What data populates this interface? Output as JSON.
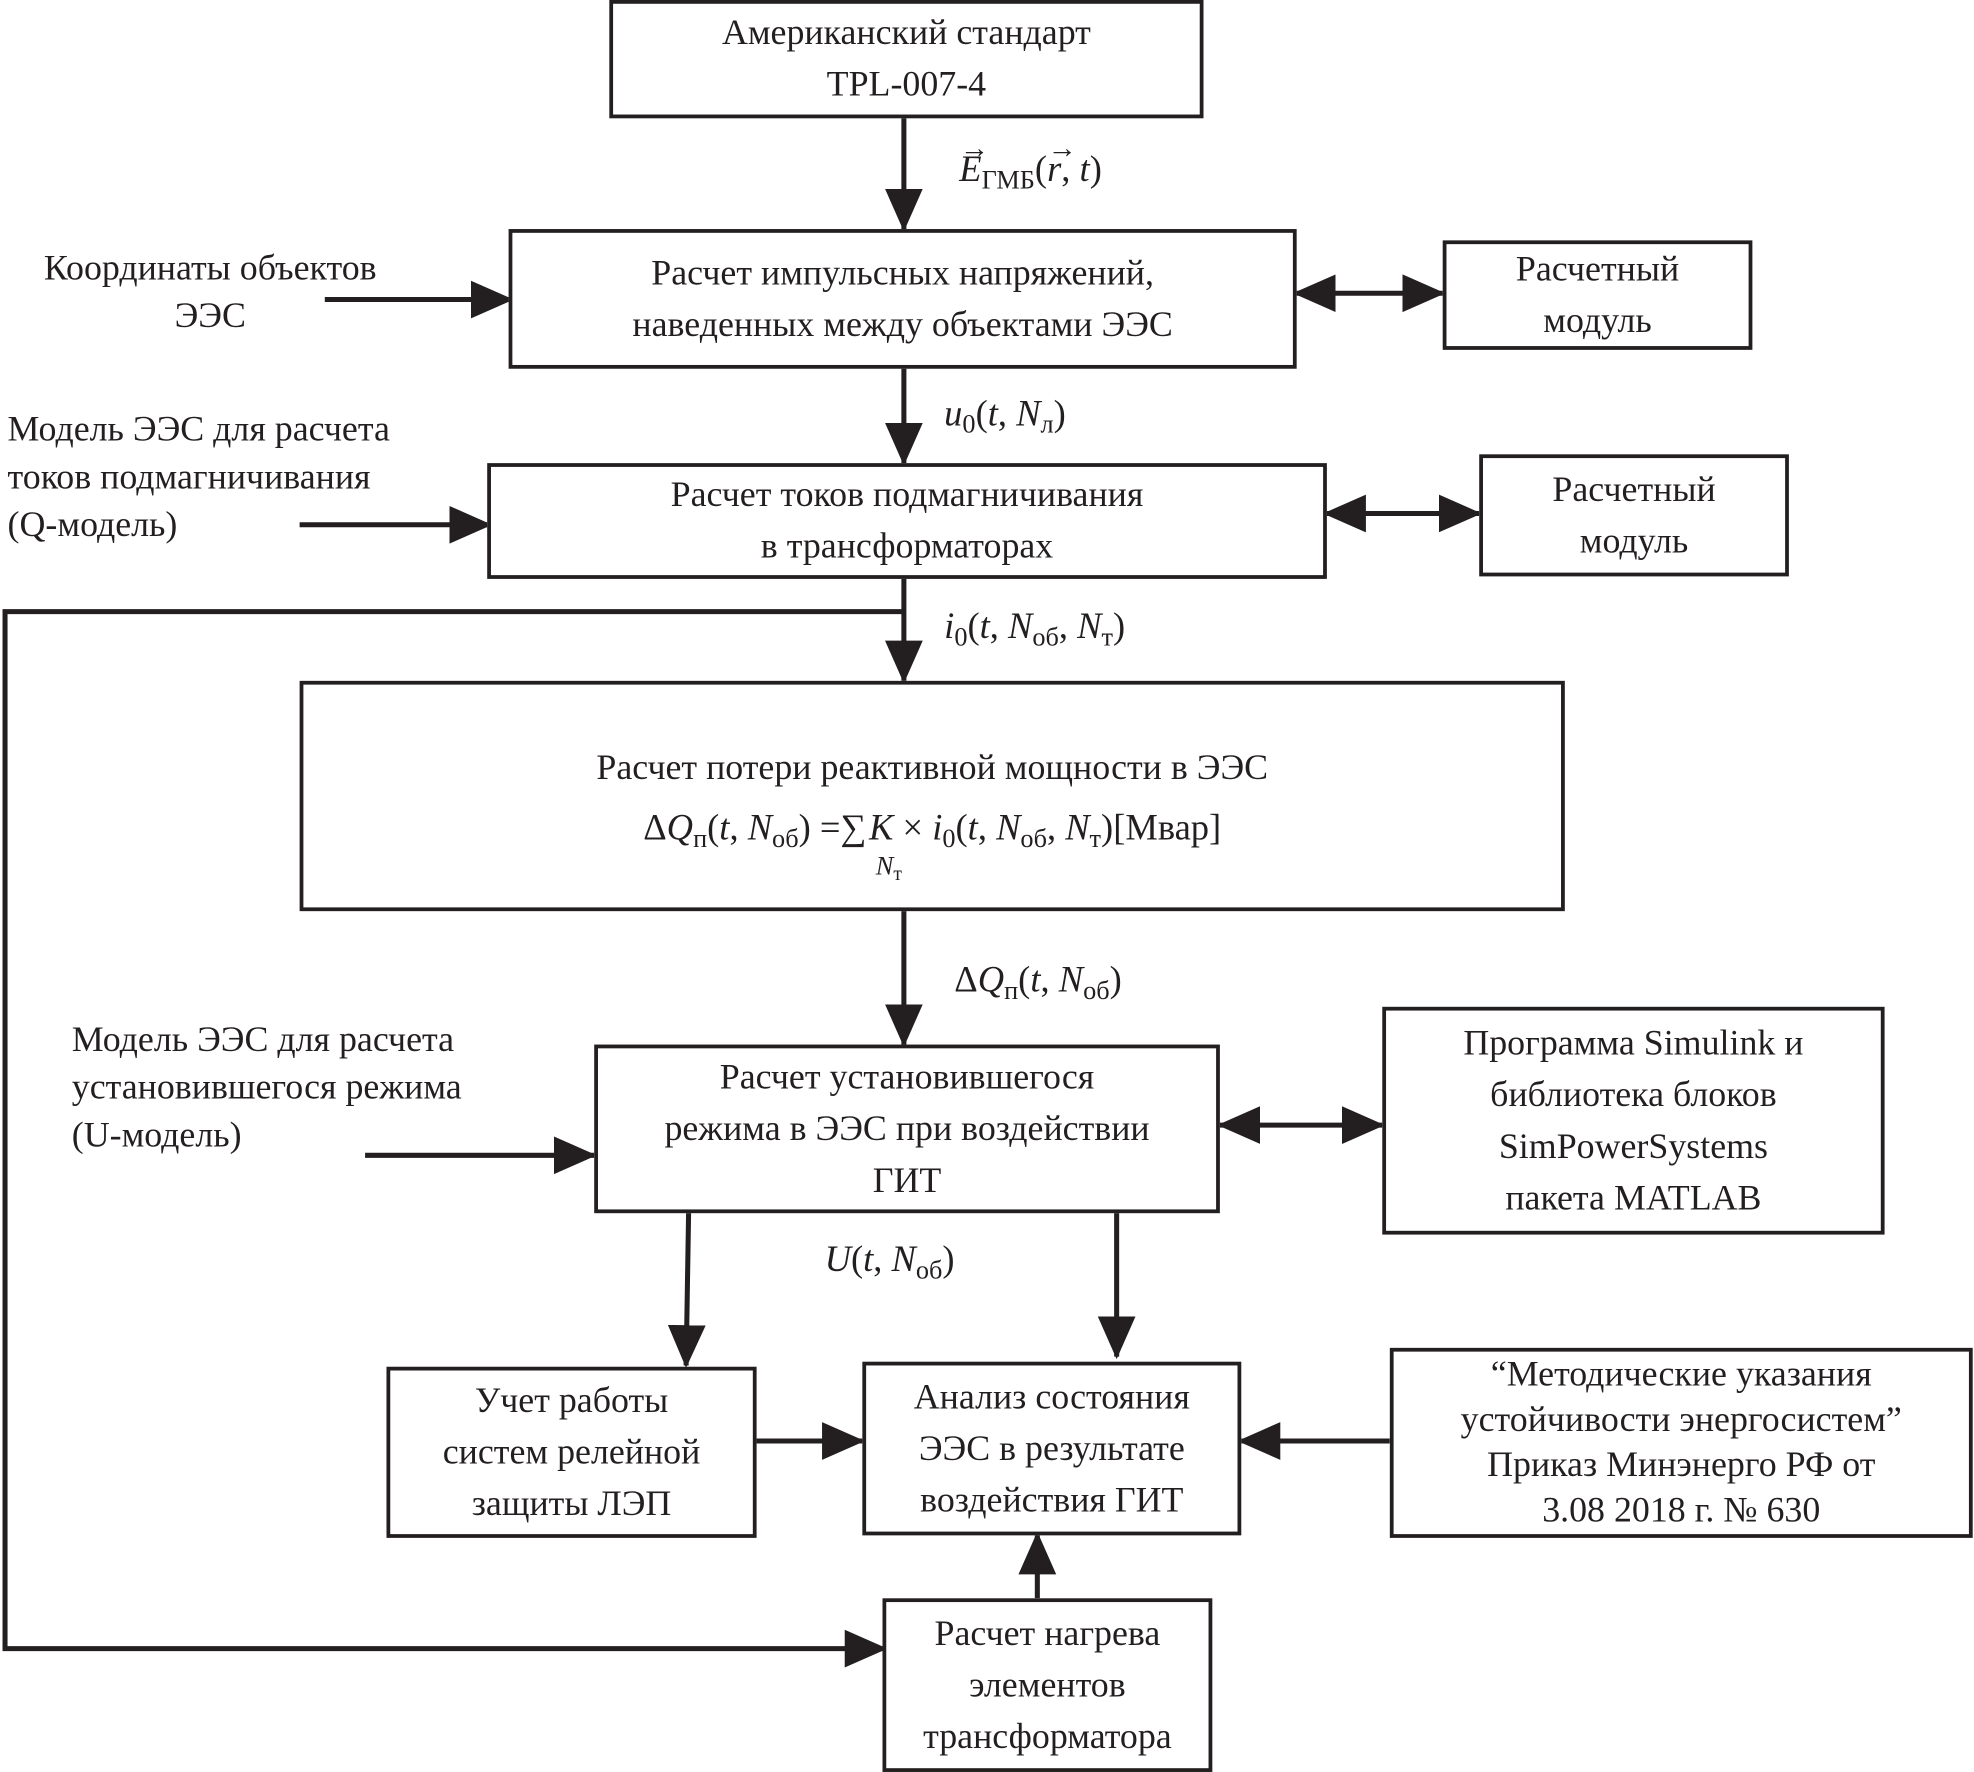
{
  "nodes": {
    "standard": {
      "line1": "Американский стандарт",
      "line2": "TPL-007-4"
    },
    "voltage_calc": {
      "line1": "Расчет импульсных напряжений,",
      "line2": "наведенных между объектами ЭЭС"
    },
    "calc_module_1": {
      "line1": "Расчетный",
      "line2": "модуль"
    },
    "current_calc": {
      "line1": "Расчет токов подмагничивания",
      "line2": "в трансформаторах"
    },
    "calc_module_2": {
      "line1": "Расчетный",
      "line2": "модуль"
    },
    "reactive_loss": {
      "title": "Расчет потери реактивной мощности в ЭЭС",
      "formula_unit": "[Мвар]"
    },
    "steady_state": {
      "line1": "Расчет установившегося",
      "line2": "режима в ЭЭС при воздействии",
      "line3": "ГИТ"
    },
    "simulink": {
      "line1": "Программа Simulink  и",
      "line2": "библиотека блоков",
      "line3": "SimPowerSystems",
      "line4": "пакета  MATLAB"
    },
    "relay": {
      "line1": "Учет работы",
      "line2": "систем  релейной",
      "line3": "защиты ЛЭП"
    },
    "analysis": {
      "line1": "Анализ состояния",
      "line2": "ЭЭС в результате",
      "line3": "воздействия ГИТ"
    },
    "guidelines": {
      "line1": "“Методические указания",
      "line2": "устойчивости энергосистем”",
      "line3": "Приказ Минэнерго РФ от",
      "line4": "3.08 2018 г. № 630"
    },
    "heating": {
      "line1": "Расчет нагрева",
      "line2": "элементов",
      "line3": "трансформатора"
    }
  },
  "inputs": {
    "coordinates": {
      "line1": "Координаты объектов",
      "line2": "ЭЭС"
    },
    "q_model": {
      "line1": "Модель ЭЭС для расчета",
      "line2": "токов подмагничивания",
      "line3": "(Q-модель)"
    },
    "u_model": {
      "line1": "Модель ЭЭС для расчета",
      "line2": "установившегося режима",
      "line3": "(U-модель)"
    }
  }
}
